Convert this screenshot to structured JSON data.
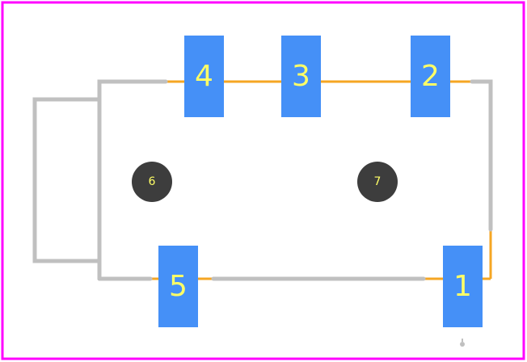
{
  "colors": {
    "border": "#ff00ff",
    "silkscreen": "#c0c0c0",
    "courtyard": "#f5a623",
    "pad": "#4590f7",
    "pad_label": "#ffff66",
    "hole": "#3d3d3d",
    "hole_label": "#ffff66",
    "origin_marker": "#c0c0c0"
  },
  "pads": [
    {
      "id": "pad-1",
      "label": "1"
    },
    {
      "id": "pad-2",
      "label": "2"
    },
    {
      "id": "pad-3",
      "label": "3"
    },
    {
      "id": "pad-4",
      "label": "4"
    },
    {
      "id": "pad-5",
      "label": "5"
    }
  ],
  "holes": [
    {
      "id": "hole-6",
      "label": "6"
    },
    {
      "id": "hole-7",
      "label": "7"
    }
  ]
}
